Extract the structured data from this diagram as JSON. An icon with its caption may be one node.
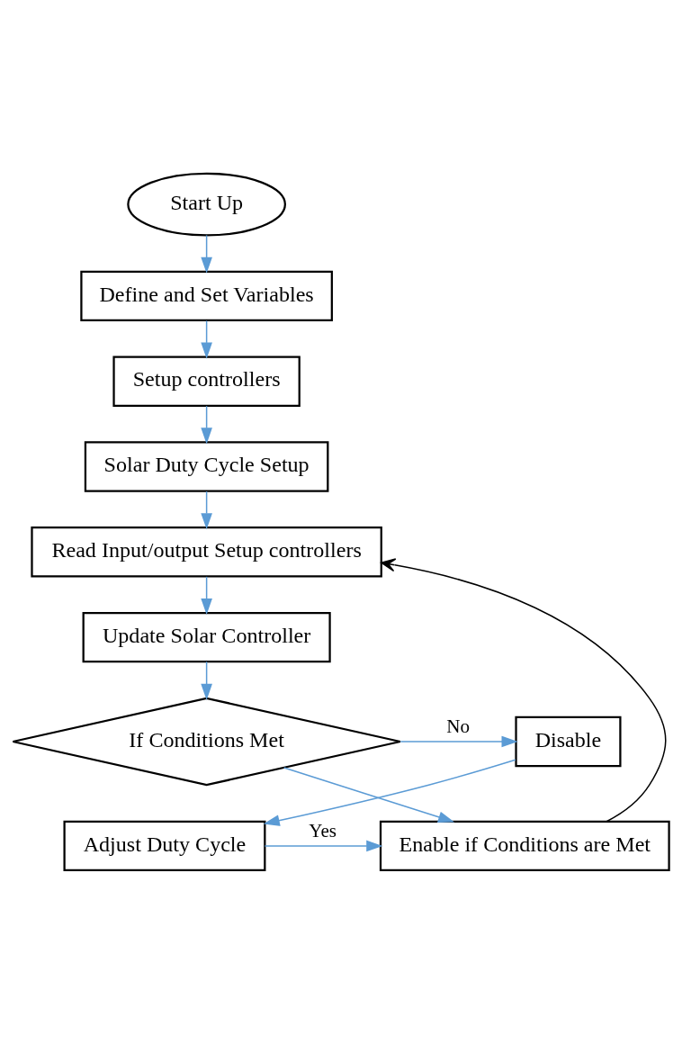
{
  "diagram": {
    "nodes": [
      {
        "text": [
          "Start Up"
        ]
      },
      {
        "text": [
          "Define and Set Variables"
        ]
      },
      {
        "text": [
          "Setup controllers"
        ]
      },
      {
        "text": [
          "Solar Duty Cycle Setup"
        ]
      },
      {
        "text": [
          "Read Input/output Setup controllers"
        ]
      },
      {
        "text": [
          "Update Solar Controller"
        ]
      },
      {
        "text": [
          "If Conditions Met"
        ]
      },
      {
        "text": [
          "Disable"
        ]
      },
      {
        "text": [
          "Adjust Duty Cycle"
        ]
      },
      {
        "text": [
          "Enable if Conditions are Met"
        ]
      }
    ],
    "edges": [
      {
        "from": 0,
        "to": 1,
        "arrow": "to"
      },
      {
        "from": 1,
        "to": 2,
        "arrow": "to"
      },
      {
        "from": 2,
        "to": 3,
        "arrow": "to"
      },
      {
        "from": 3,
        "to": 4,
        "arrow": "to"
      },
      {
        "from": 4,
        "to": 5,
        "arrow": "to"
      },
      {
        "from": 5,
        "to": 6,
        "arrow": "to"
      },
      {
        "from": 6,
        "to": 7,
        "arrow": "to",
        "label": "No"
      },
      {
        "from": 7,
        "to": 8,
        "arrow": "to"
      },
      {
        "from": 8,
        "to": 9,
        "arrow": "to",
        "label": "Yes"
      },
      {
        "from": 6,
        "to": 9,
        "arrow": "to"
      },
      {
        "from": 9,
        "to": 4,
        "arrow": "to",
        "color": "#000000"
      }
    ]
  }
}
